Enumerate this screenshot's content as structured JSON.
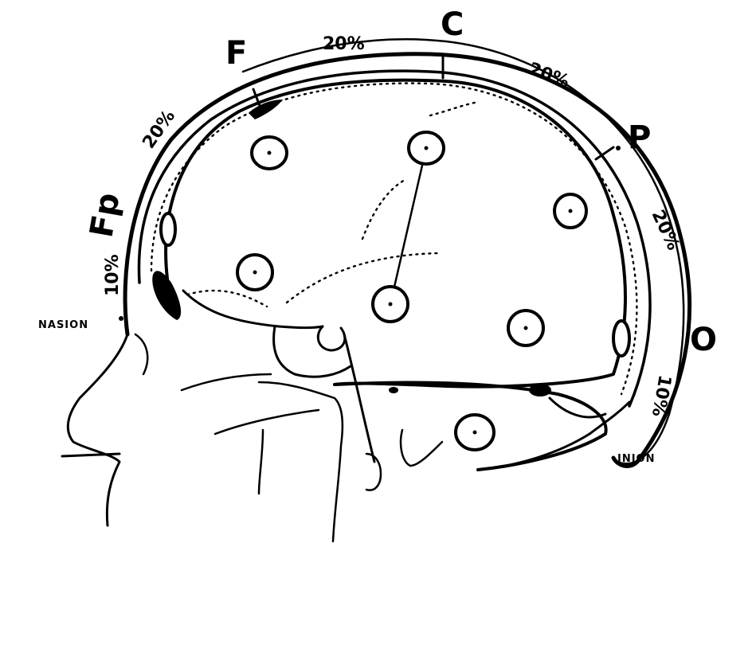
{
  "labels": {
    "fp": "Fp",
    "f": "F",
    "c": "C",
    "p": "P",
    "o": "O",
    "pct_fp_f": "20%",
    "pct_f_c": "20%",
    "pct_c_p": "20%",
    "pct_p_o": "20%",
    "pct_nasion": "10%",
    "pct_inion": "10%",
    "nasion": "NASION",
    "inion": "INION"
  }
}
